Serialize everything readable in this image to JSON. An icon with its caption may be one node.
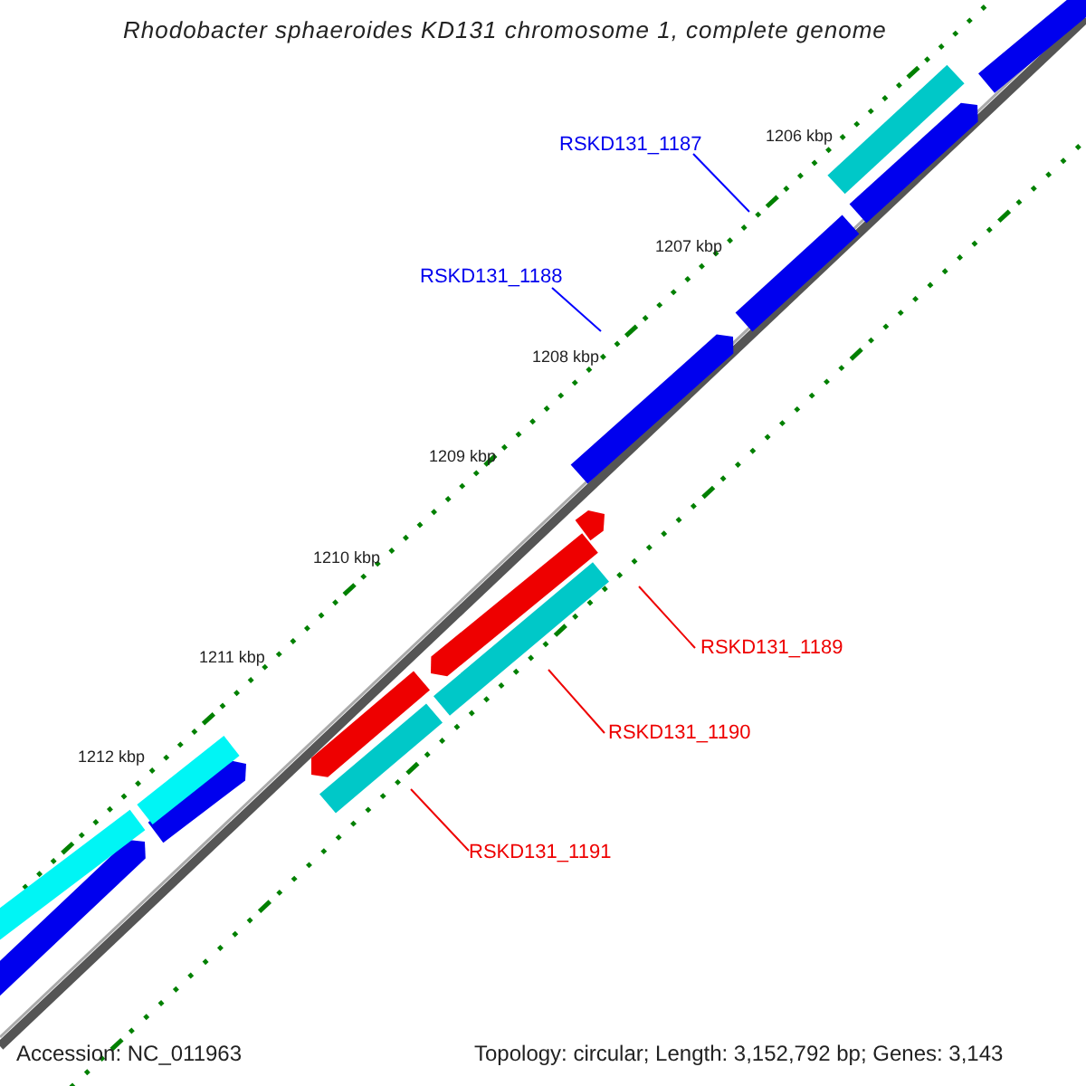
{
  "diagram": {
    "title": "Rhodobacter sphaeroides KD131 chromosome 1, complete genome",
    "nodes": [
      {
        "text": [
          "RSKD131_1187"
        ]
      },
      {
        "text": [
          "RSKD131_1188"
        ]
      },
      {
        "text": [
          "RSKD131_1189"
        ]
      },
      {
        "text": [
          "RSKD131_1190"
        ]
      },
      {
        "text": [
          "RSKD131_1191"
        ]
      }
    ],
    "edges": [
      {
        "from": 0,
        "to": null,
        "arrow": "none",
        "color": "#0000ff"
      },
      {
        "from": 1,
        "to": null,
        "arrow": "none",
        "color": "#0000ff"
      },
      {
        "from": 2,
        "to": null,
        "arrow": "none"
      },
      {
        "from": 3,
        "to": null,
        "arrow": "none"
      },
      {
        "from": 4,
        "to": null,
        "arrow": "none"
      }
    ],
    "labels": [
      "1206 kbp",
      "1207 kbp",
      "1208 kbp",
      "1209 kbp",
      "1210 kbp",
      "1211 kbp",
      "1212 kbp",
      "Accession: NC_011963",
      "Topology: circular; Length: 3,152,792 bp; Genes: 3,143"
    ]
  }
}
